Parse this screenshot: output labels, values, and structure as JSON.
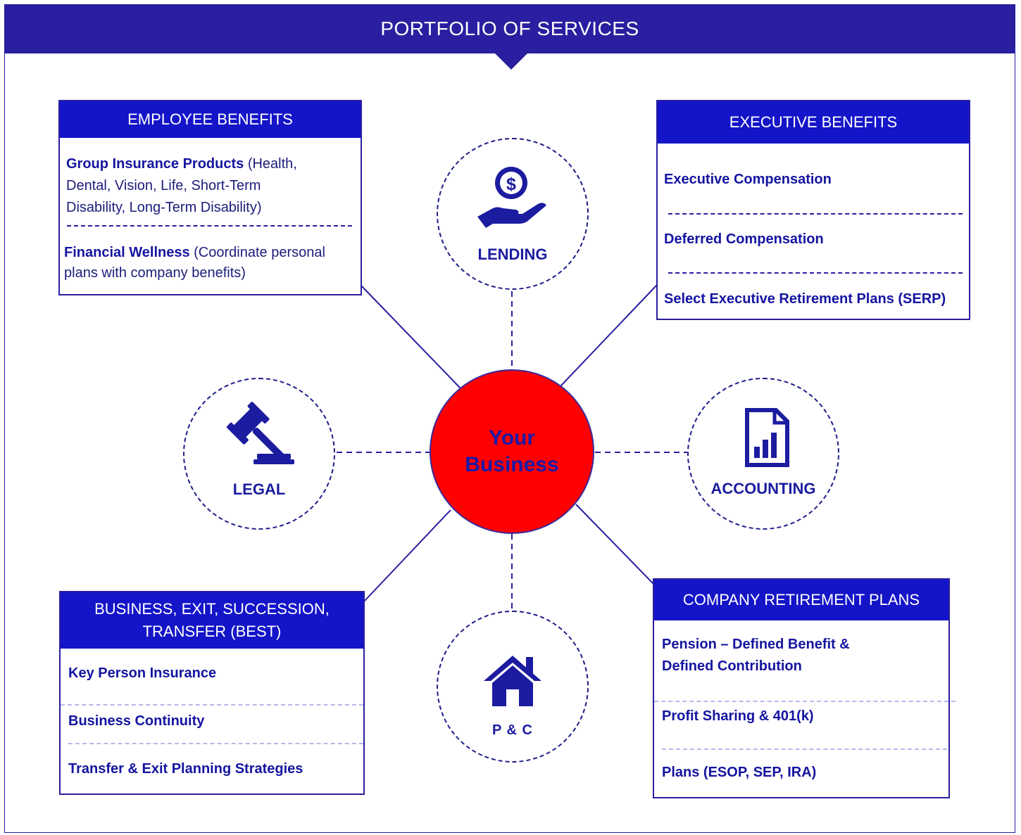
{
  "title": "PORTFOLIO OF SERVICES",
  "colors": {
    "navy": "#2a1fa0",
    "header_blue": "#1414c8",
    "center_red": "#ff0000"
  },
  "center": {
    "line1": "Your",
    "line2": "Business"
  },
  "nodes": {
    "lending": {
      "label": "LENDING",
      "icon": "hand-dollar-icon"
    },
    "legal": {
      "label": "LEGAL",
      "icon": "gavel-icon"
    },
    "accounting": {
      "label": "ACCOUNTING",
      "icon": "report-chart-icon"
    },
    "pc": {
      "label": "P & C",
      "icon": "house-icon"
    }
  },
  "employee_benefits": {
    "header": "EMPLOYEE BENEFITS",
    "item1_bold": "Group Insurance Products",
    "item1_line1": " (Health,",
    "item1_line2": "Dental, Vision, Life, Short-Term",
    "item1_line3": "Disability, Long-Term Disability)",
    "item2_bold": "Financial Wellness",
    "item2_line1": " (Coordinate personal",
    "item2_line2": "plans with company benefits)"
  },
  "executive_benefits": {
    "header": "EXECUTIVE BENEFITS",
    "items": [
      "Executive Compensation",
      "Deferred Compensation",
      "Select Executive Retirement Plans (SERP)"
    ]
  },
  "best": {
    "header_line1": "BUSINESS, EXIT, SUCCESSION,",
    "header_line2": "TRANSFER (BEST)",
    "items": [
      "Key Person Insurance",
      "Business Continuity",
      "Transfer & Exit Planning Strategies"
    ]
  },
  "retirement": {
    "header": "COMPANY RETIREMENT PLANS",
    "item1_line1": "Pension – Defined Benefit &",
    "item1_line2": "Defined Contribution",
    "item2": "Profit Sharing & 401(k)",
    "item3": "Plans (ESOP, SEP, IRA)"
  }
}
